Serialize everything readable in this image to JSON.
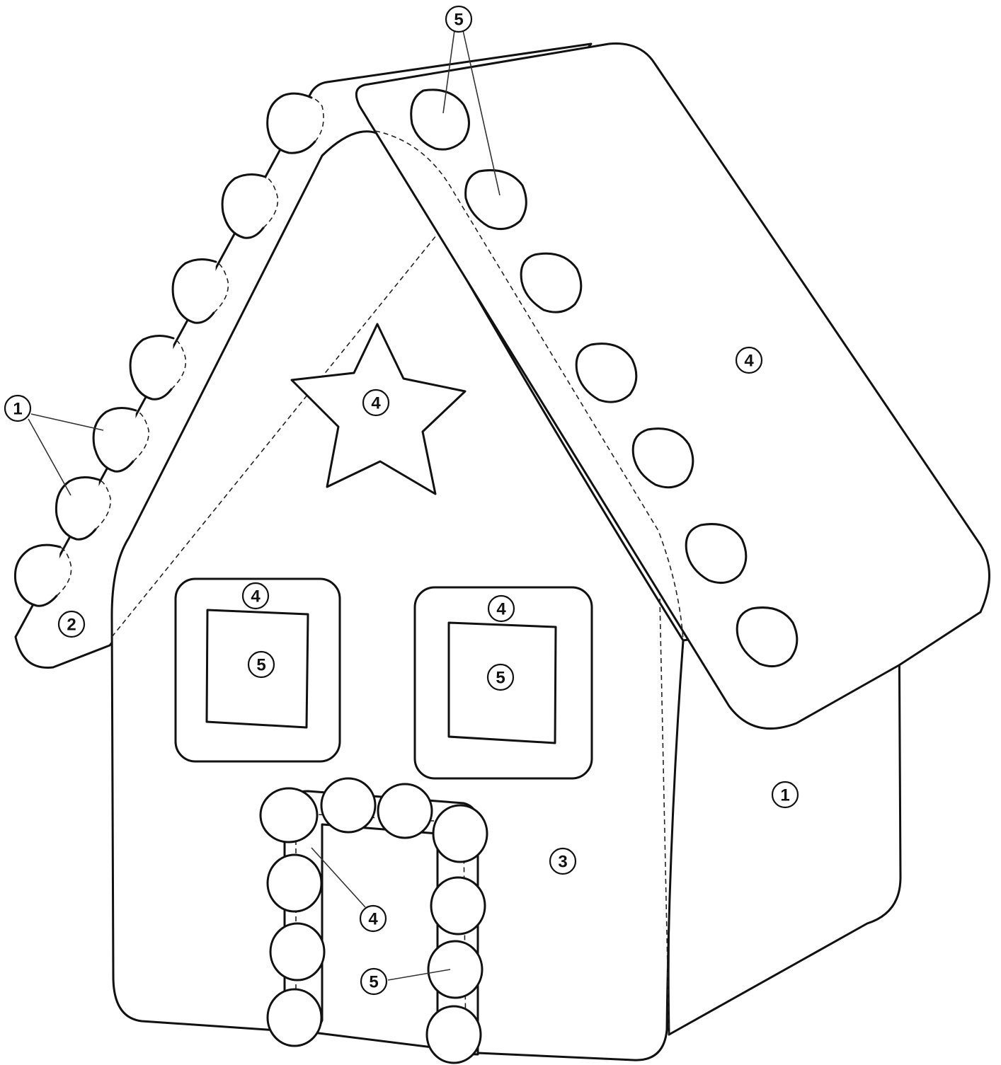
{
  "callouts": {
    "c1_left": "1",
    "c1_side": "1",
    "c2_eave": "2",
    "c3_front": "3",
    "c4_star": "4",
    "c4_roof": "4",
    "c4_window_left": "4",
    "c4_window_right": "4",
    "c4_door": "4",
    "c5_top": "5",
    "c5_window_left": "5",
    "c5_window_right": "5",
    "c5_door": "5"
  },
  "colors": {
    "line": "#111111",
    "background": "#ffffff"
  }
}
